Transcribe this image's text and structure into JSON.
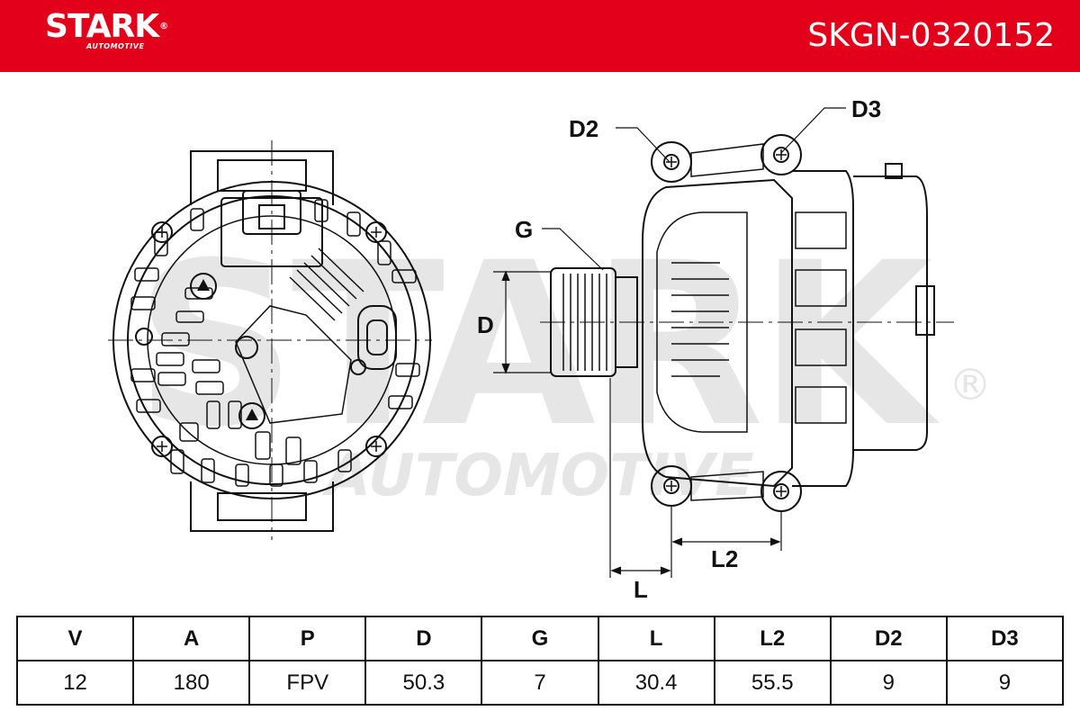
{
  "header": {
    "brand": "STARK",
    "brand_sub": "AUTOMOTIVE",
    "registered": "®",
    "part_number": "SKGN-0320152"
  },
  "watermark": {
    "word": "STARK",
    "sub": "AUTOMOTIVE",
    "registered": "®"
  },
  "dimension_labels": {
    "d2": "D2",
    "d3": "D3",
    "g": "G",
    "d": "D",
    "l": "L",
    "l2": "L2"
  },
  "spec_table": {
    "headers": [
      "V",
      "A",
      "P",
      "D",
      "G",
      "L",
      "L2",
      "D2",
      "D3"
    ],
    "values": [
      "12",
      "180",
      "FPV",
      "50.3",
      "7",
      "30.4",
      "55.5",
      "9",
      "9"
    ]
  },
  "colors": {
    "brand_red": "#e2001a",
    "line": "#111111",
    "watermark": "#e6e6e6"
  }
}
